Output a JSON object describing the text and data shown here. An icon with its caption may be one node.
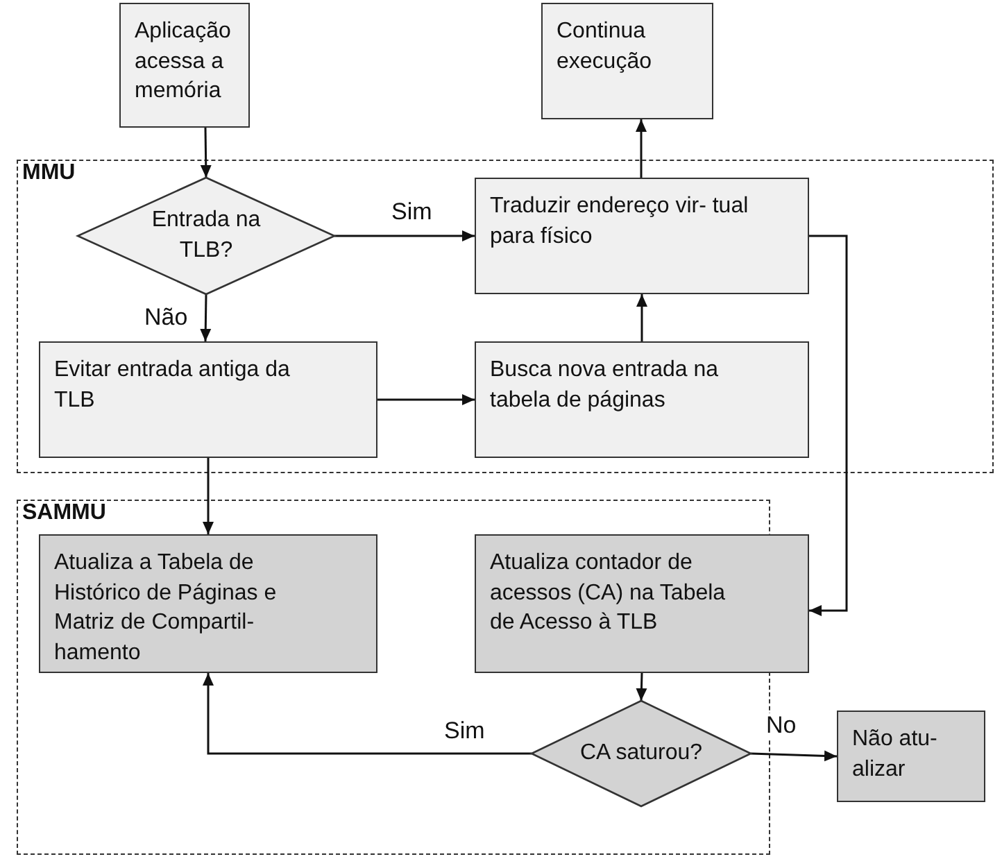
{
  "diagram": {
    "nodes": [
      {
        "text": [
          "Aplicação acessa a memória"
        ]
      },
      {
        "text": [
          "Continua execução"
        ]
      },
      {
        "text": [
          "MMU"
        ]
      },
      {
        "text": [
          "Entrada na TLB?"
        ],
        "in": 2
      },
      {
        "text": [
          "Traduzir endereço vir- tual para físico"
        ],
        "in": 2
      },
      {
        "text": [
          "Evitar entrada antiga da TLB"
        ],
        "in": 2
      },
      {
        "text": [
          "Busca nova entrada na tabela de páginas"
        ],
        "in": 2
      },
      {
        "text": [
          "SAMMU"
        ]
      },
      {
        "text": [
          "Atualiza a Tabela de Histórico de Páginas e Matriz de Compartil- hamento"
        ],
        "in": 7
      },
      {
        "text": [
          "Atualiza contador de acessos (CA) na Tabela de Acesso à TLB"
        ],
        "in": 7
      },
      {
        "text": [
          "CA saturou?"
        ],
        "in": 7
      },
      {
        "text": [
          "Não atu- alizar"
        ]
      }
    ],
    "edges": [
      {
        "from": 0,
        "to": 3,
        "arrow": "to"
      },
      {
        "from": 3,
        "to": 4,
        "arrow": "to",
        "label": "Sim"
      },
      {
        "from": 3,
        "to": 5,
        "arrow": "to",
        "label": "Não"
      },
      {
        "from": 5,
        "to": 6,
        "arrow": "to"
      },
      {
        "from": 6,
        "to": 4,
        "arrow": "to"
      },
      {
        "from": 4,
        "to": 1,
        "arrow": "to"
      },
      {
        "from": 5,
        "to": 8,
        "arrow": "to"
      },
      {
        "from": 4,
        "to": 9,
        "arrow": "to"
      },
      {
        "from": 9,
        "to": 10,
        "arrow": "to"
      },
      {
        "from": 10,
        "to": 8,
        "arrow": "to",
        "label": "Sim"
      },
      {
        "from": 10,
        "to": 11,
        "arrow": "to",
        "label": "No"
      }
    ]
  }
}
